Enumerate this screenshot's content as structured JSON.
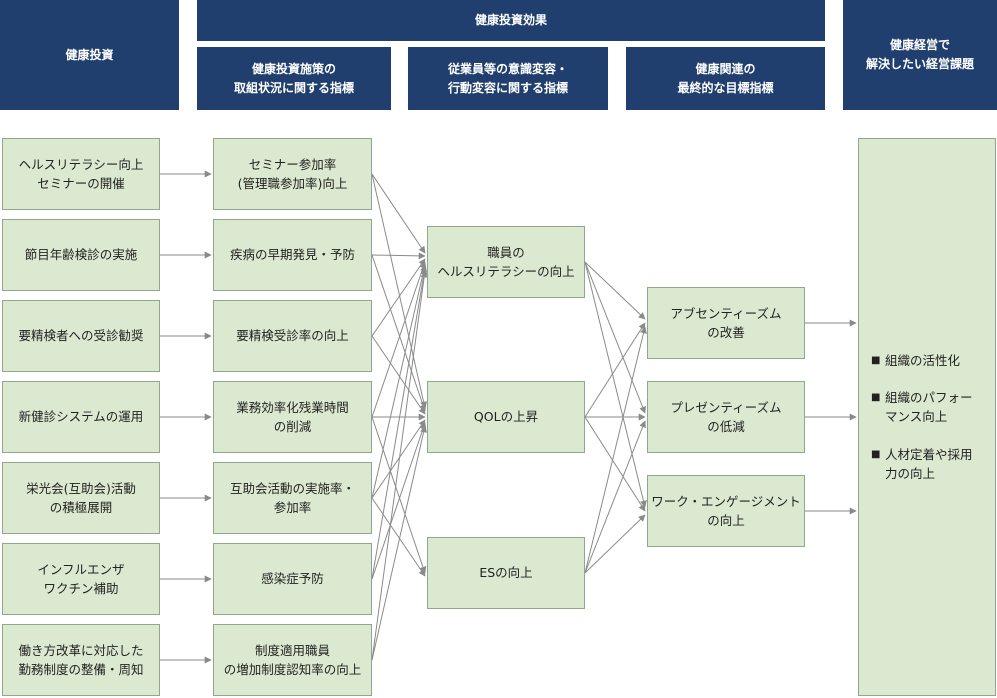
{
  "headers": {
    "investment": "健康投資",
    "effect": "健康投資効果",
    "col_policy": "健康投資施策の\n取組状況に関する指標",
    "col_awareness": "従業員等の意識変容・\n行動変容に関する指標",
    "col_final": "健康関連の\n最終的な目標指標",
    "col_issue": "健康経営で\n解決したい経営課題"
  },
  "investments": [
    "ヘルスリテラシー向上\nセミナーの開催",
    "節目年齢検診の実施",
    "要精検者への受診勧奨",
    "新健診システムの運用",
    "栄光会(互助会)活動\nの積極展開",
    "インフルエンザ\nワクチン補助",
    "働き方改革に対応した\n勤務制度の整備・周知"
  ],
  "policy_indicators": [
    "セミナー参加率\n(管理職参加率)向上",
    "疾病の早期発見・予防",
    "要精検受診率の向上",
    "業務効率化残業時間\nの削減",
    "互助会活動の実施率・\n参加率",
    "感染症予防",
    "制度適用職員\nの増加制度認知率の向上"
  ],
  "awareness_indicators": [
    "職員の\nヘルスリテラシーの向上",
    "QOLの上昇",
    "ESの向上"
  ],
  "final_indicators": [
    "アブセンティーズム\nの改善",
    "プレゼンティーズム\nの低減",
    "ワーク・エンゲージメント\nの向上"
  ],
  "management_issues": {
    "bullet": "■",
    "items": [
      "組織の活性化",
      "組織のパフォー\nマンス向上",
      "人材定着や採用\n力の向上"
    ]
  },
  "links": {
    "policy_to_awareness": [
      [
        0,
        0
      ],
      [
        0,
        1
      ],
      [
        1,
        0
      ],
      [
        1,
        1
      ],
      [
        2,
        0
      ],
      [
        2,
        1
      ],
      [
        3,
        0
      ],
      [
        3,
        1
      ],
      [
        3,
        2
      ],
      [
        4,
        0
      ],
      [
        4,
        1
      ],
      [
        4,
        2
      ],
      [
        5,
        0
      ],
      [
        5,
        1
      ],
      [
        6,
        0
      ],
      [
        6,
        1
      ]
    ],
    "awareness_to_final": [
      [
        0,
        0
      ],
      [
        0,
        1
      ],
      [
        0,
        2
      ],
      [
        1,
        0
      ],
      [
        1,
        1
      ],
      [
        1,
        2
      ],
      [
        2,
        0
      ],
      [
        2,
        1
      ],
      [
        2,
        2
      ]
    ]
  },
  "colors": {
    "header_bg": "#203f6e",
    "box_bg": "#dbe9d0",
    "box_border": "#8fa888",
    "line": "#8a8a8a"
  }
}
